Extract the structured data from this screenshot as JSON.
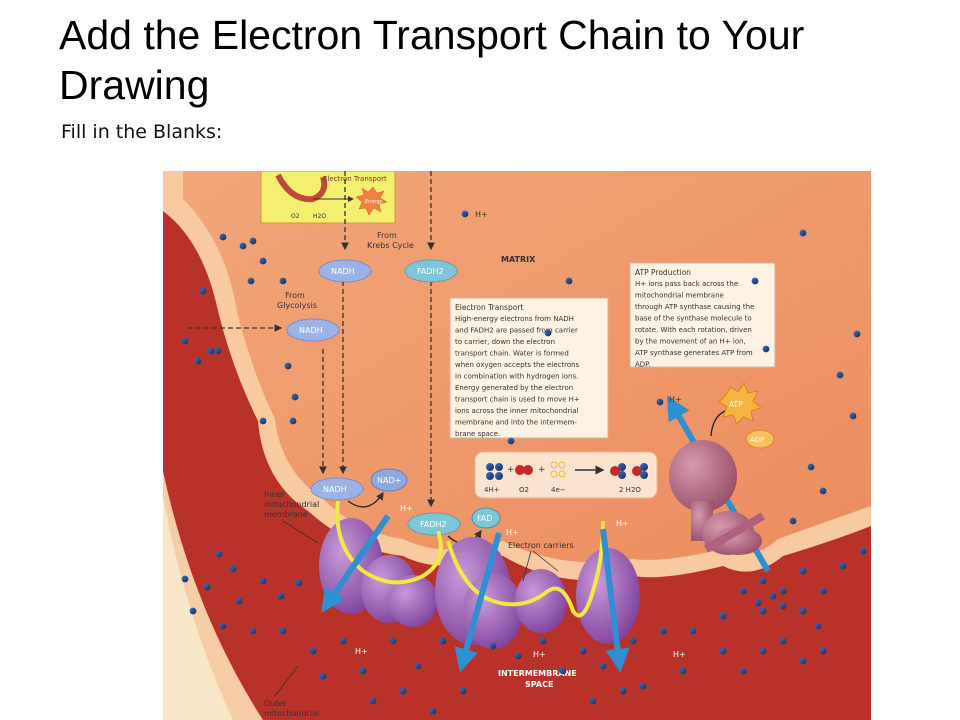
{
  "slide": {
    "title": "Add the Electron Transport Chain to Your Drawing",
    "subtitle": "Fill in the Blanks:"
  },
  "figure": {
    "inset_label": "Electron Transport",
    "inset_burst": "Energy",
    "inset_o2": "O2",
    "inset_h2o": "H2O",
    "matrix_label": "MATRIX",
    "intermembrane_label_1": "INTERMEMBRANE",
    "intermembrane_label_2": "SPACE",
    "from_krebs_1": "From",
    "from_krebs_2": "Krebs Cycle",
    "from_glycolysis_1": "From",
    "from_glycolysis_2": "Glycolysis",
    "inner_membrane": [
      "Inner",
      "mitochondrial",
      "membrane"
    ],
    "outer_membrane": [
      "Outer",
      "mitochondrial"
    ],
    "electron_carriers": "Electron carriers",
    "hplus": "H+",
    "nadh": "NADH",
    "fadh2": "FADH2",
    "nad_plus": "NAD+",
    "fad": "FAD",
    "atp": "ATP",
    "adp": "ADP",
    "reaction": {
      "h": "4H+",
      "o2": "O2",
      "e": "4e−",
      "water": "2 H2O",
      "plus": "+"
    },
    "etc_box": {
      "heading": "Electron Transport",
      "lines": [
        "High-energy electrons from NADH",
        "and FADH2 are passed from carrier",
        "to carrier, down the electron",
        "transport chain. Water is formed",
        "when oxygen accepts the electrons",
        "in combination with hydrogen ions.",
        "Energy generated by the electron",
        "transport chain is used to move H+",
        "ions across the inner mitochondrial",
        "membrane and into the intermem-",
        "brane space."
      ]
    },
    "atp_box": {
      "heading": "ATP Production",
      "lines": [
        "H+ ions pass back across the",
        "mitochondrial membrane",
        "through ATP synthase causing the",
        "base of the synthase molecule to",
        "rotate. With each rotation, driven",
        "by the movement of an H+ ion,",
        "ATP synthase generates ATP from",
        "ADP."
      ]
    },
    "colors": {
      "outer_bg": "#b8322a",
      "membrane": "#f7caa0",
      "matrix": "#ef9a6c",
      "protein": "#9a57b4",
      "arrow_blue": "#2e8fd3",
      "electron_path": "#f3e845",
      "ion": "#1c3f7a"
    }
  }
}
